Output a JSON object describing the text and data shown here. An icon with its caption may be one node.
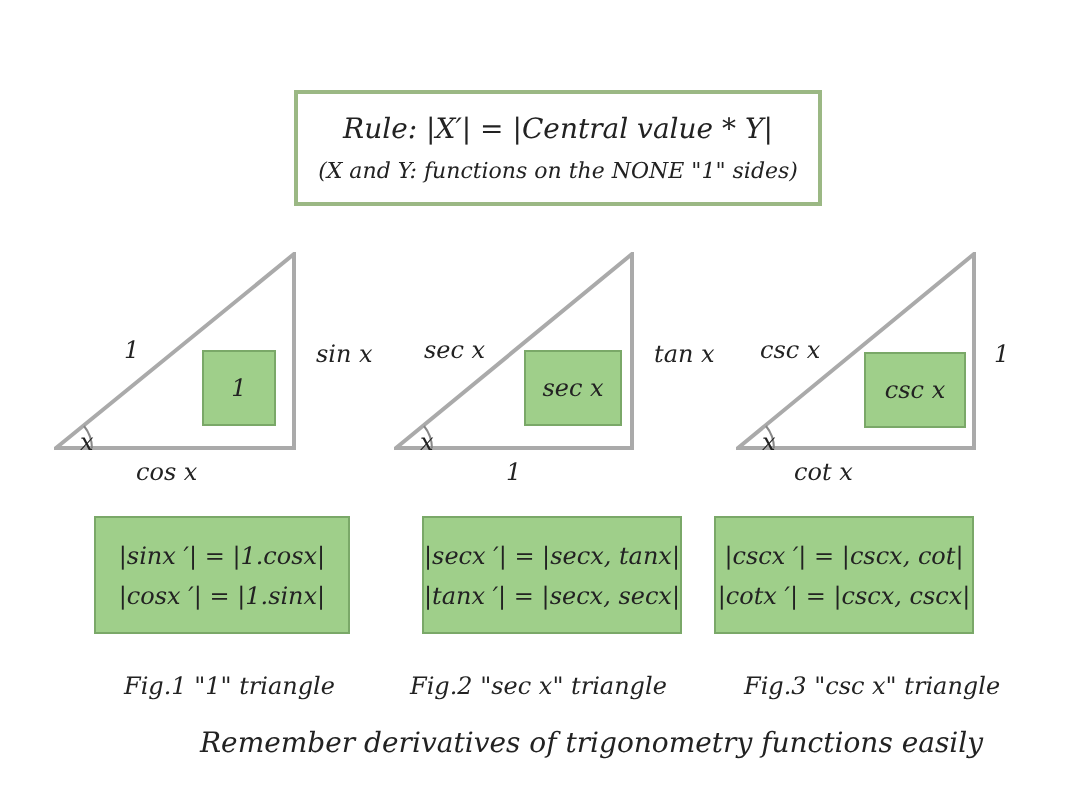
{
  "diagram": {
    "caption": "Remember derivatives of trigonometry functions easily",
    "nodes": [
      {
        "text": [
          "Rule: |X′| = |Central value * Y|",
          "(X and Y: functions on the NONE \"1\" sides)"
        ]
      },
      {
        "text": [],
        "shape": "triangle",
        "beside": [
          "1",
          "sin x",
          "x",
          "cos x"
        ]
      },
      {
        "text": [
          "1"
        ],
        "in": 1
      },
      {
        "text": [],
        "shape": "triangle",
        "beside": [
          "sec x",
          "tan x",
          "x",
          "1"
        ]
      },
      {
        "text": [
          "sec x"
        ],
        "in": 3
      },
      {
        "text": [],
        "shape": "triangle",
        "beside": [
          "csc x",
          "1",
          "x",
          "cot x"
        ]
      },
      {
        "text": [
          "csc x"
        ],
        "in": 5
      },
      {
        "text": [
          "|sinx ′| = |1.cosx|",
          "|cosx ′| = |1.sinx|"
        ]
      },
      {
        "text": [
          "|secx ′| = |secx, tanx|",
          "|tanx ′| = |secx, secx|"
        ]
      },
      {
        "text": [
          "|cscx ′| = |cscx, cot|",
          "|cotx ′| = |cscx, cscx|"
        ]
      }
    ],
    "labels": [
      "Fig.1 \"1\" triangle",
      "Fig.2 \"sec x\" triangle",
      "Fig.3 \"csc x\" triangle"
    ]
  }
}
